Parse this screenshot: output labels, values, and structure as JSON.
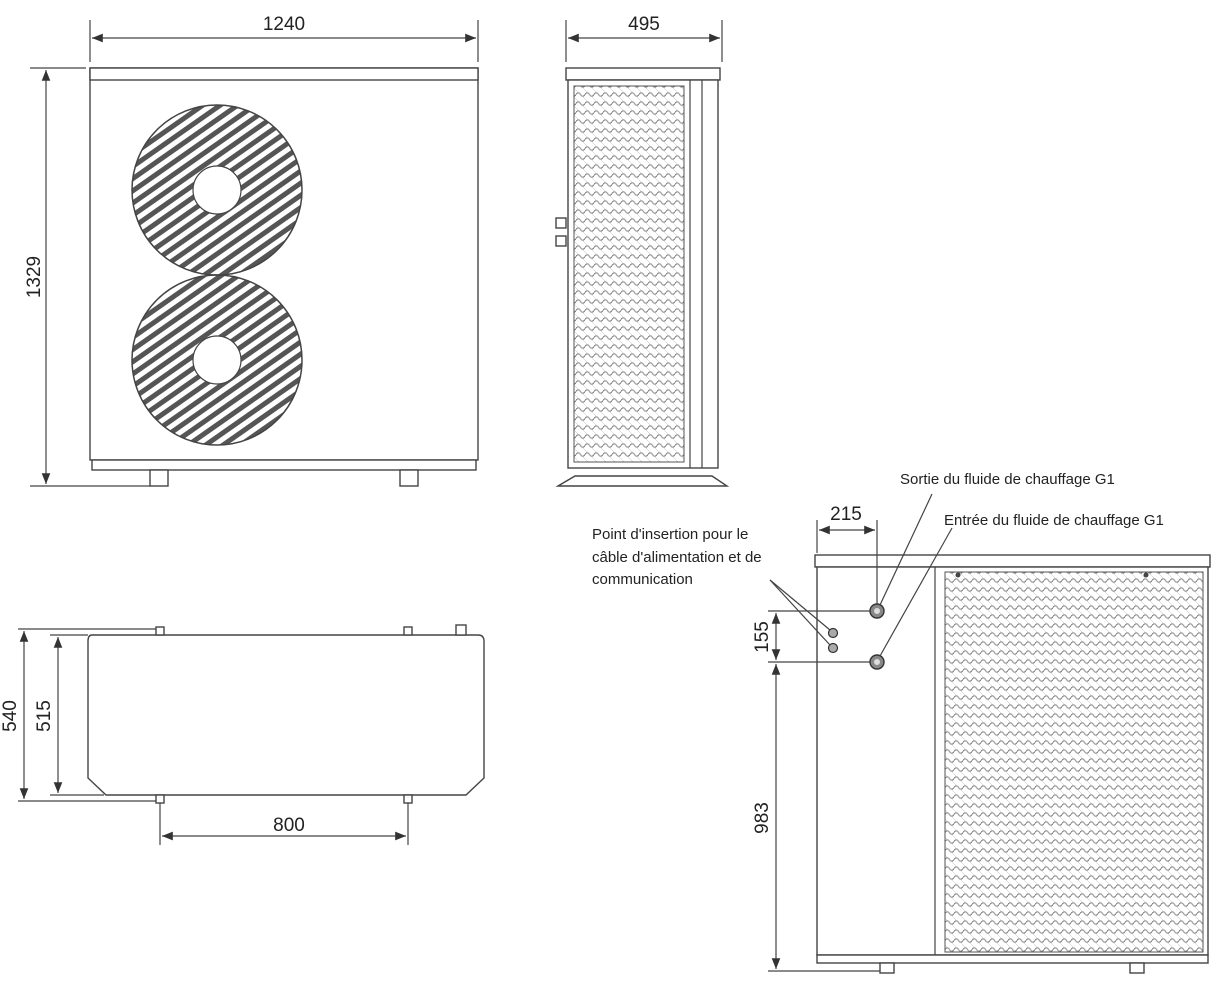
{
  "dimensions": {
    "front_width": "1240",
    "front_height": "1329",
    "side_depth": "495",
    "top_depth_outer": "540",
    "top_depth_inner": "515",
    "foot_spacing": "800",
    "port_offset_x": "215",
    "port_spacing": "155",
    "port_height": "983"
  },
  "labels": {
    "outlet": "Sortie du fluide de chauffage G1",
    "inlet": "Entrée du fluide de chauffage G1",
    "cable_line1": "Point d'insertion pour le",
    "cable_line2": "câble d'alimentation et de",
    "cable_line3": "communication"
  },
  "colors": {
    "line": "#444444",
    "background": "#ffffff"
  }
}
